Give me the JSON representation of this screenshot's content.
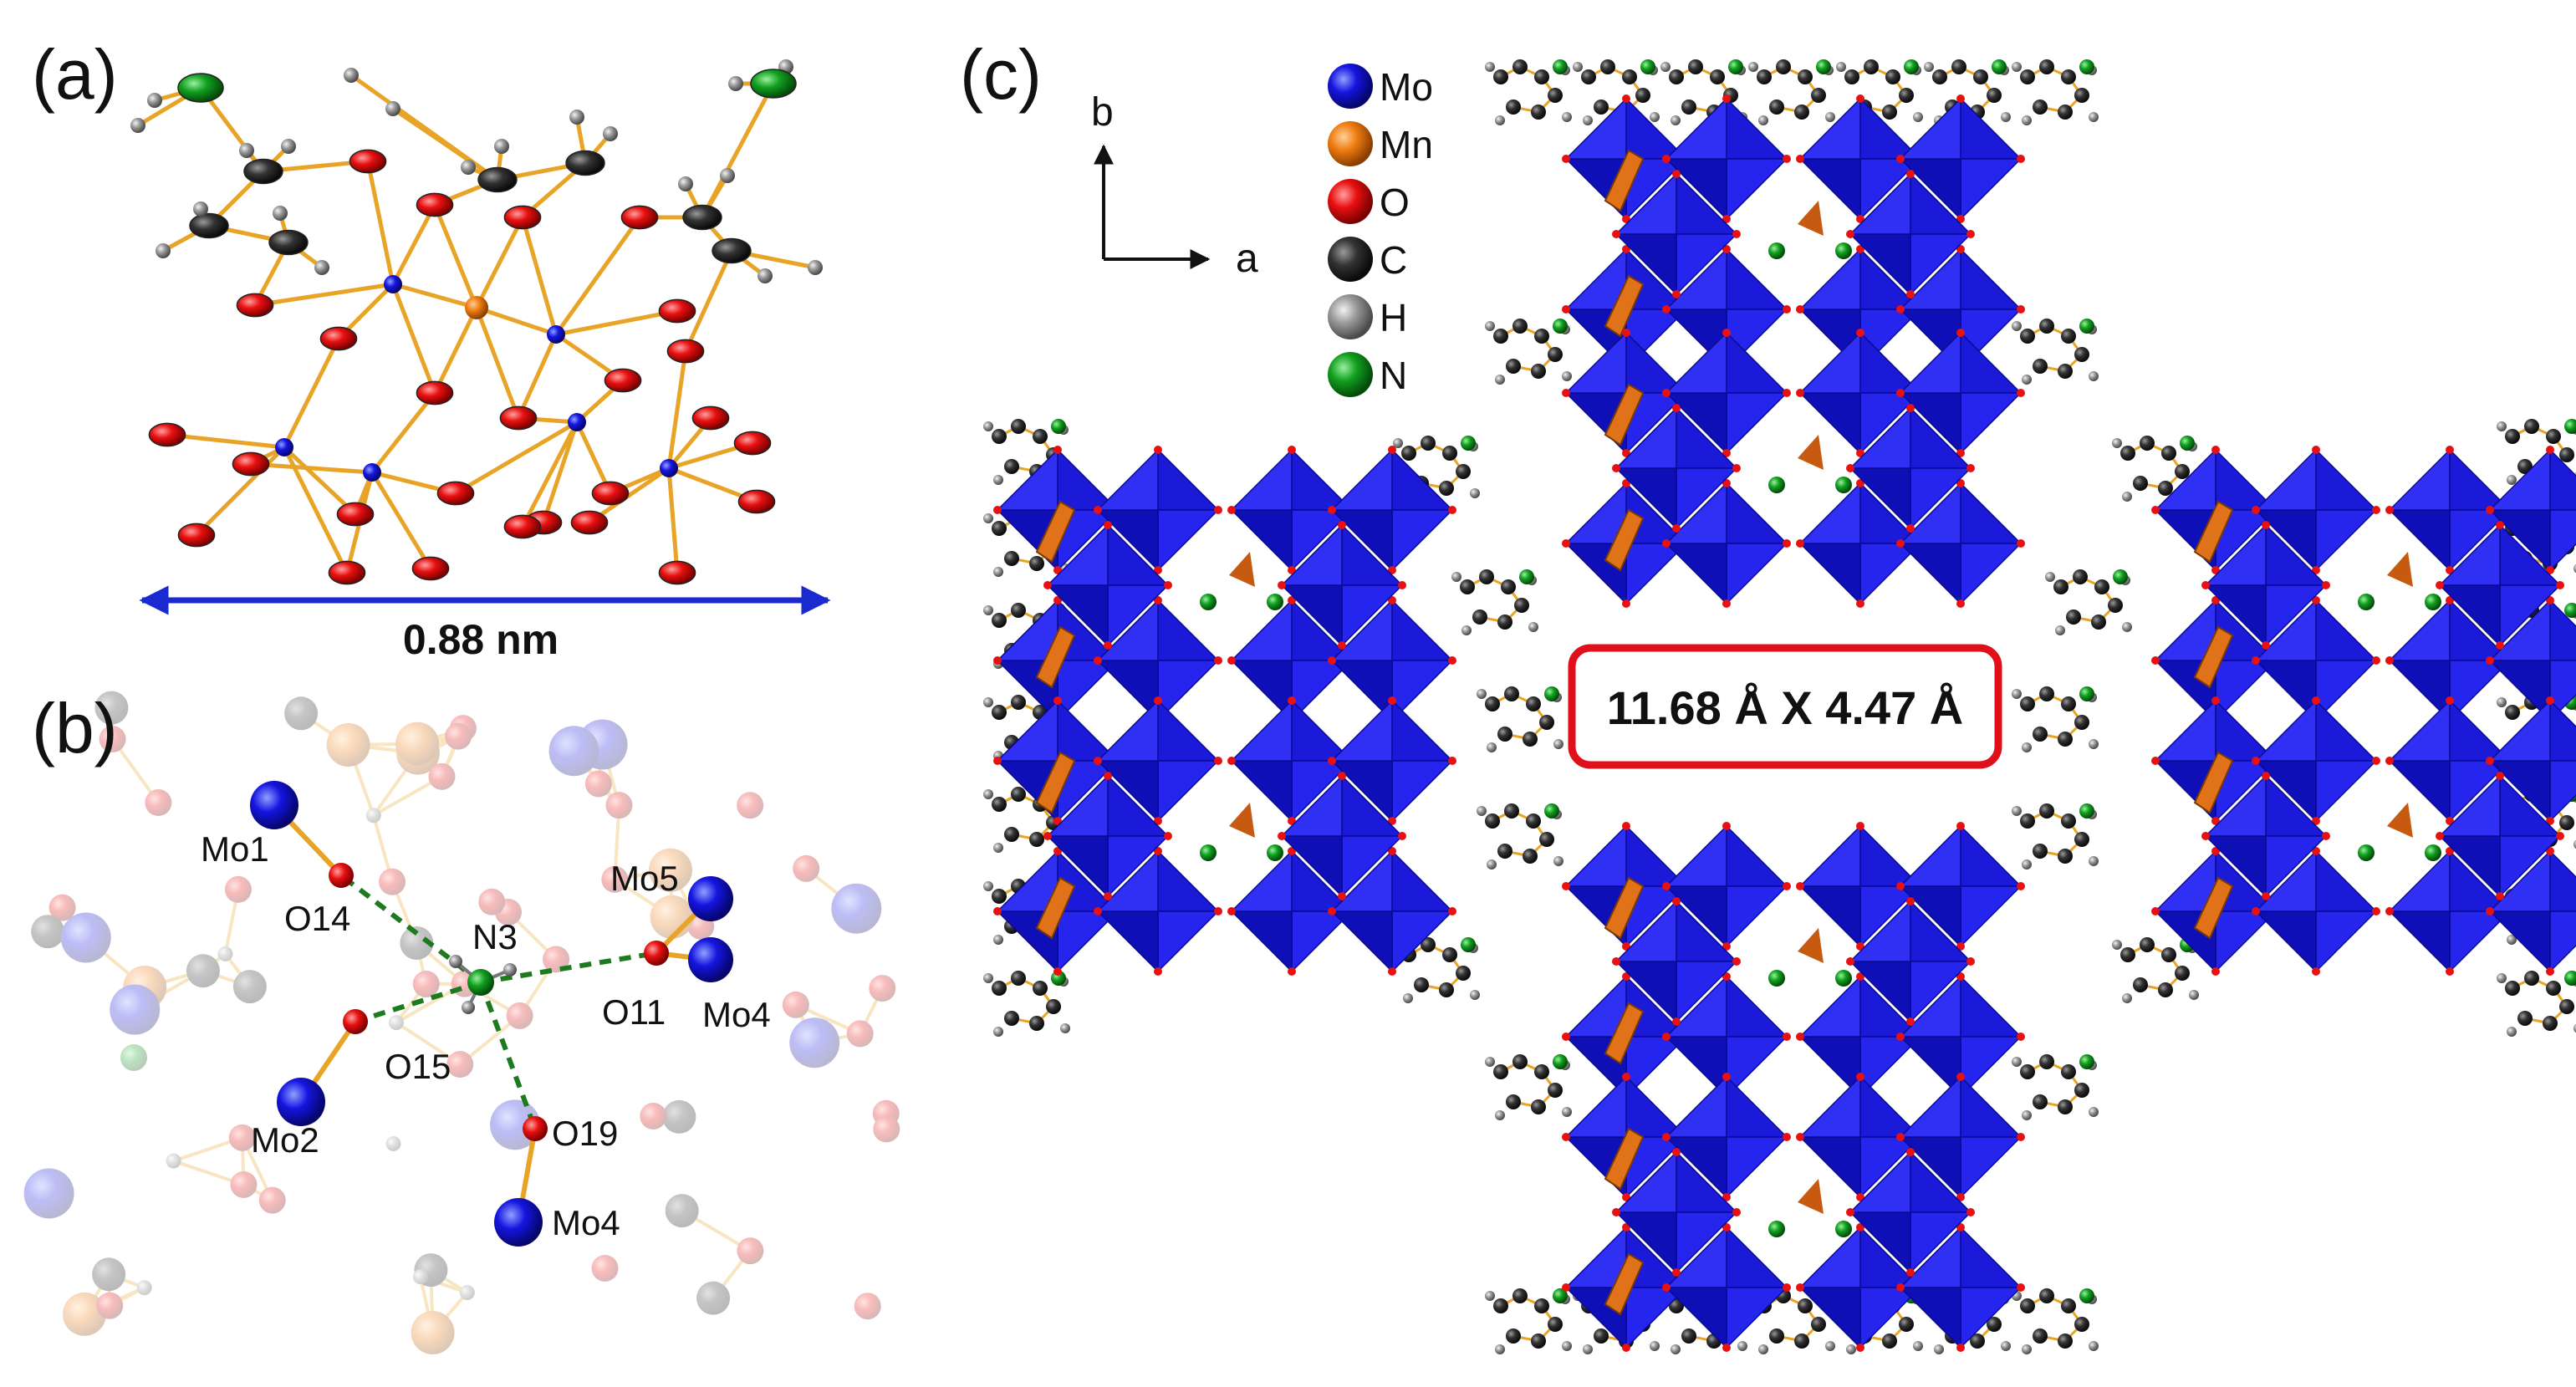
{
  "panels": {
    "a": "(a)",
    "b": "(b)",
    "c": "(c)"
  },
  "panel_a": {
    "dimension_label": "0.88 nm"
  },
  "panel_b": {
    "atoms": [
      {
        "label": "Mo1",
        "element": "Mo"
      },
      {
        "label": "O14",
        "element": "O"
      },
      {
        "label": "N3",
        "element": "N"
      },
      {
        "label": "Mo5",
        "element": "Mo"
      },
      {
        "label": "O11",
        "element": "O"
      },
      {
        "label": "Mo4",
        "element": "Mo"
      },
      {
        "label": "O15",
        "element": "O"
      },
      {
        "label": "Mo2",
        "element": "Mo"
      },
      {
        "label": "O19",
        "element": "O"
      },
      {
        "label": "Mo4",
        "element": "Mo"
      }
    ]
  },
  "panel_c": {
    "axes": {
      "b": "b",
      "a": "a"
    },
    "legend": [
      {
        "label": "Mo",
        "color": "#1515e0"
      },
      {
        "label": "Mn",
        "color": "#f07d12"
      },
      {
        "label": "O",
        "color": "#e81010"
      },
      {
        "label": "C",
        "color": "#333333"
      },
      {
        "label": "H",
        "color": "#9a9a9a"
      },
      {
        "label": "N",
        "color": "#12a020"
      }
    ],
    "pore_label": "11.68 Å X 4.47 Å"
  },
  "colors": {
    "mo": "#1515e0",
    "mn": "#f07d12",
    "o": "#e81010",
    "c": "#333333",
    "h": "#9a9a9a",
    "n": "#12a020",
    "bond": "#e8a426",
    "dimension_arrow": "#1a2ad0",
    "pore_box": "#e0101a"
  }
}
